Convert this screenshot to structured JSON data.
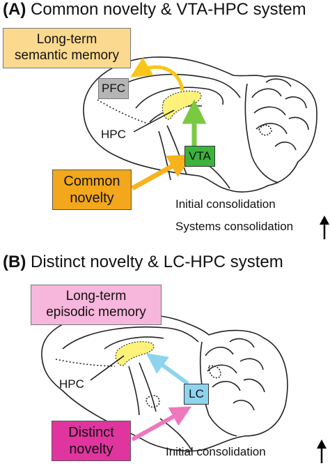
{
  "panelA": {
    "title_prefix": "(A)",
    "title": "Common novelty & VTA-HPC system",
    "memory_box": {
      "line1": "Long-term",
      "line2": "semantic memory"
    },
    "region_pfc": "PFC",
    "region_hpc": "HPC",
    "region_vta": "VTA",
    "novelty_box": {
      "line1": "Common",
      "line2": "novelty"
    },
    "result_1": "Initial consolidation",
    "result_2": "Systems consolidation"
  },
  "panelB": {
    "title_prefix": "(B)",
    "title": "Distinct novelty & LC-HPC system",
    "memory_box": {
      "line1": "Long-term",
      "line2": "episodic memory"
    },
    "region_hpc": "HPC",
    "region_lc": "LC",
    "novelty_box": {
      "line1": "Distinct",
      "line2": "novelty"
    },
    "result_1": "Initial consolidation"
  },
  "colors": {
    "semantic_box": "#fbd98e",
    "episodic_box": "#f7b6dc",
    "pfc": "#b5b5b5",
    "vta": "#3cb33c",
    "lc": "#8fd4ef",
    "common_novelty": "#f2a71c",
    "distinct_novelty": "#e0359e",
    "hpc_fill": "#fff27a",
    "arrow_yellow": "#f7c619",
    "arrow_green": "#7ac943",
    "arrow_orange": "#f7b21c",
    "arrow_blue": "#8fd4ef",
    "arrow_pink": "#ee77bd"
  }
}
